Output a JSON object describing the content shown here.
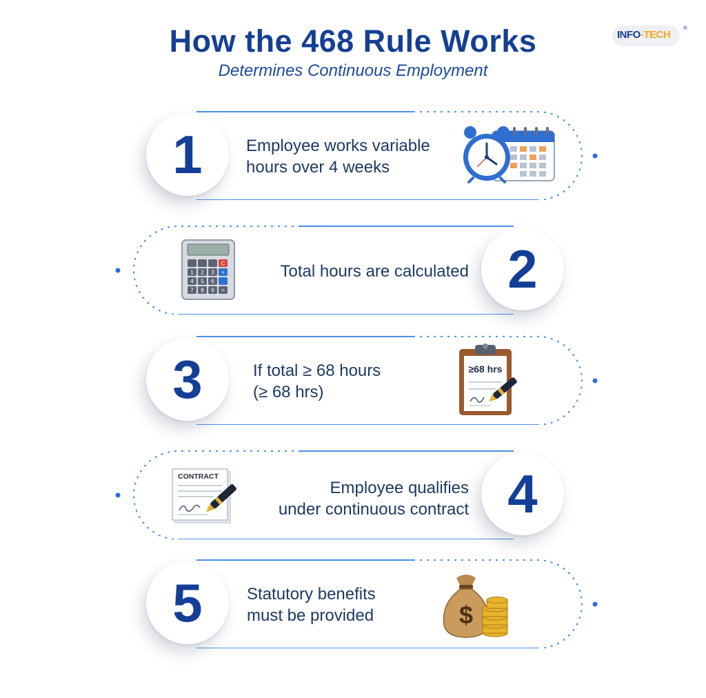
{
  "header": {
    "title": "How the 468 Rule Works",
    "subtitle": "Determines Continuous Employment"
  },
  "logo": {
    "text_main": "INFO",
    "text_accent": "-TECH",
    "registered": "®"
  },
  "colors": {
    "title_blue": "#153f94",
    "number_blue": "#143f96",
    "line_blue": "#4a90e2",
    "body_text": "#1e3a63",
    "logo_accent": "#f5a623"
  },
  "steps": [
    {
      "number": "1",
      "lines": [
        "Employee works variable",
        "hours over 4 weeks"
      ],
      "icon": "clock-calendar-icon"
    },
    {
      "number": "2",
      "lines": [
        "Total hours are calculated"
      ],
      "icon": "calculator-icon"
    },
    {
      "number": "3",
      "lines": [
        "If total ≥ 68 hours",
        "(≥ 68 hrs)"
      ],
      "icon": "clipboard-icon",
      "icon_label": "≥68 hrs"
    },
    {
      "number": "4",
      "lines": [
        "Employee qualifies",
        "under continuous contract"
      ],
      "icon": "contract-icon",
      "icon_label": "CONTRACT"
    },
    {
      "number": "5",
      "lines": [
        "Statutory benefits",
        "must be provided"
      ],
      "icon": "money-bag-icon",
      "icon_label": "$"
    }
  ],
  "calculator_keys": [
    "",
    "",
    "",
    "C",
    "1",
    "2",
    "3",
    "+",
    "4",
    "5",
    "6",
    "",
    "7",
    "8",
    "9",
    "="
  ]
}
